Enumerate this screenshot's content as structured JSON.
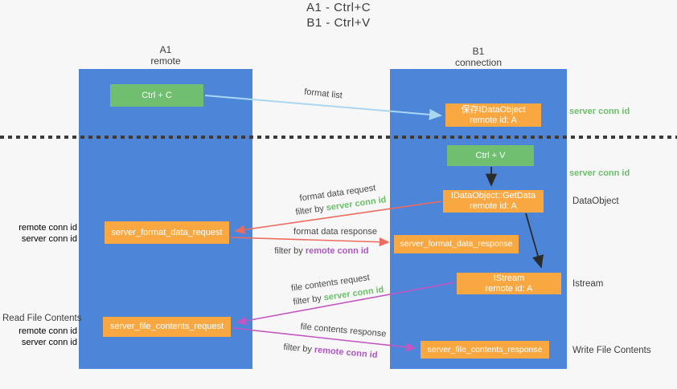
{
  "title": {
    "line1": "A1 - Ctrl+C",
    "line2": "B1 - Ctrl+V"
  },
  "columns": {
    "a1": {
      "title": "A1",
      "subtitle": "remote"
    },
    "b1": {
      "title": "B1",
      "subtitle": "connection"
    }
  },
  "boxes": {
    "ctrl_c": {
      "label": "Ctrl + C"
    },
    "save_idataobject": {
      "line1": "保存IDataObject",
      "line2": "remote id: A"
    },
    "ctrl_v": {
      "label": "Ctrl + V"
    },
    "idataobject_getdata": {
      "line1": "IDataObject::GetData",
      "line2": "remote id: A"
    },
    "server_format_data_request": {
      "label": "server_format_data_request"
    },
    "server_format_data_response": {
      "label": "server_format_data_response"
    },
    "istream": {
      "line1": "IStream",
      "line2": "remote id: A"
    },
    "server_file_contents_request": {
      "label": "server_file_contents_request"
    },
    "server_file_contents_response": {
      "label": "server_file_contents_response"
    }
  },
  "arrow_labels": {
    "format_list": "format list",
    "format_data_request": "format data request",
    "format_data_response": "format data response",
    "file_contents_request": "file contents request",
    "file_contents_response": "file contents response",
    "filter_by": "filter by",
    "server_conn_id": "server conn id",
    "remote_conn_id": "remote conn id"
  },
  "side_labels": {
    "left_remote_conn_id": "remote conn id",
    "left_server_conn_id": "server conn id",
    "read_file_contents": "Read File Contents",
    "left_remote_conn_id_2": "remote conn id",
    "left_server_conn_id_2": "server conn id",
    "right_server_conn_id_top": "server conn id",
    "right_server_conn_id_mid": "server conn id",
    "dataobject": "DataObject",
    "istream": "Istream",
    "write_file_contents": "Write File Contents"
  },
  "colors": {
    "background": "#f7f7f7",
    "column_blue": "#4d86d8",
    "box_orange": "#f9a841",
    "box_green": "#70bf71",
    "arrow_blue": "#a9d7f2",
    "arrow_red": "#ed6a5e",
    "arrow_magenta": "#c257c2",
    "text_green": "#6abf69",
    "text_purple": "#ad56c3",
    "text_dark": "#3c3c3c"
  }
}
